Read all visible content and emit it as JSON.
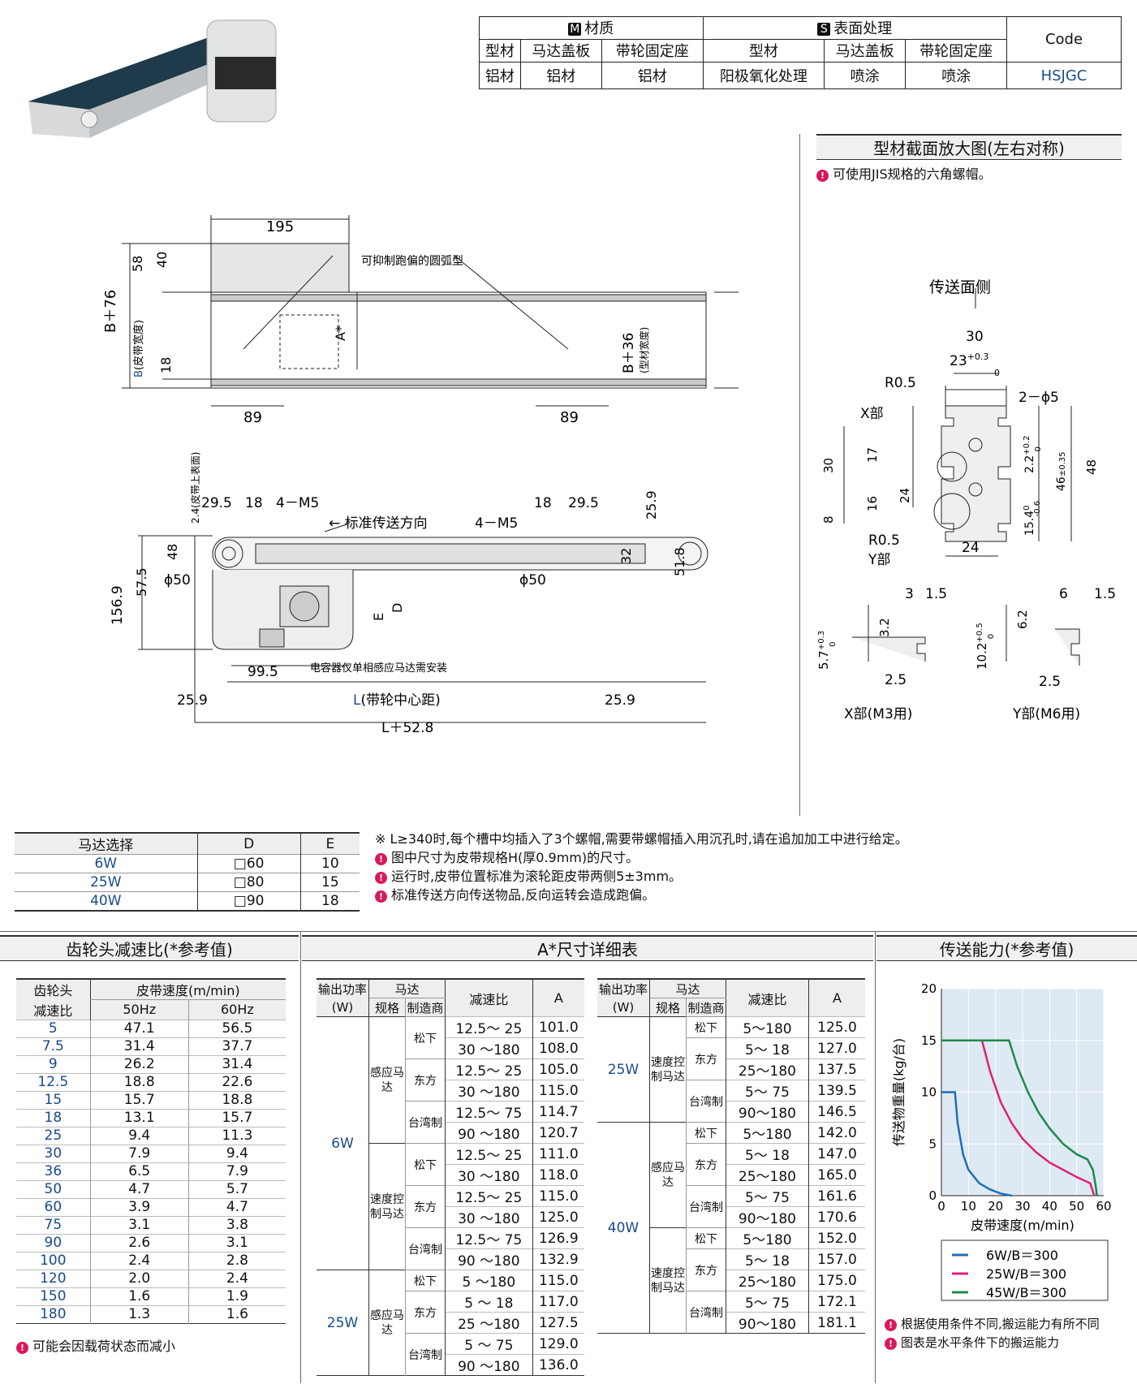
{
  "material_table": {
    "group_m": "材质",
    "group_s": "表面处理",
    "code_header": "Code",
    "m_tag": "M",
    "s_tag": "S",
    "cols": [
      "型材",
      "马达盖板",
      "带轮固定座",
      "型材",
      "马达盖板",
      "带轮固定座"
    ],
    "vals": [
      "铝材",
      "铝材",
      "铝材",
      "阳极氧化处理",
      "喷涂",
      "喷涂"
    ],
    "code": "HSJGC"
  },
  "section": {
    "title": "型材截面放大图(左右对称)",
    "note": "可使用JIS规格的六角螺帽。",
    "conveying_side": "传送面侧",
    "dims": {
      "w30": "30",
      "w23": "23",
      "tol23": "+0.3",
      "tol23b": "0",
      "r1": "R0.5",
      "holes": "2－ϕ5",
      "xpart": "X部",
      "d30": "30",
      "d17": "17",
      "d8": "8",
      "d16": "16",
      "d24v": "24",
      "d22": "2.2",
      "tol22a": "+0.2",
      "tol22b": "0",
      "d46": "46",
      "tol46": "±0.35",
      "d48": "48",
      "d154": "15.4",
      "tol154a": "0",
      "tol154b": "-0.6",
      "r2": "R0.5",
      "ypart": "Y部",
      "d24": "24"
    },
    "xdet": {
      "a": "3",
      "b": "1.5",
      "c": "3.2",
      "d": "5.7",
      "tol": "+0.3",
      "tol0": "0",
      "e": "2.5",
      "label": "X部(M3用)"
    },
    "ydet": {
      "a": "6",
      "b": "1.5",
      "c": "6.2",
      "d": "10.2",
      "tol": "+0.5",
      "tol0": "0",
      "e": "2.5",
      "label": "Y部(M6用)"
    }
  },
  "top_view": {
    "d195": "195",
    "arc": "可抑制跑偏的圆弧型",
    "d58": "58",
    "d40": "40",
    "b76": "B＋76",
    "b": "B",
    "bw": "(皮带宽度)",
    "d18": "18",
    "astar": "A*",
    "b36": "B＋36",
    "pw": "(型材宽度)",
    "d89a": "89",
    "d89b": "89"
  },
  "side_view": {
    "d24": "2.4(皮带上表面)",
    "d295a": "29.5",
    "d18a": "18",
    "m5a": "4－M5",
    "dir": "标准传送方向",
    "m5b": "4－M5",
    "d18b": "18",
    "d295b": "29.5",
    "d259r": "25.9",
    "d48": "48",
    "d575": "57.5",
    "phi50a": "ϕ50",
    "d1569": "156.9",
    "phi50b": "ϕ50",
    "d32": "32",
    "d518": "51.8",
    "e": "E",
    "d": "D",
    "d995": "99.5",
    "cap": "电容器仅单相感应马达需安装",
    "d259l": "25.9",
    "l": "L",
    "lc": "(带轮中心距)",
    "d259e": "25.9",
    "l528": "L＋52.8"
  },
  "motor_table": {
    "headers": [
      "马达选择",
      "D",
      "E"
    ],
    "rows": [
      [
        "6W",
        "□60",
        "10"
      ],
      [
        "25W",
        "□80",
        "15"
      ],
      [
        "40W",
        "□90",
        "18"
      ]
    ]
  },
  "notes": [
    "※ L≥340时,每个槽中均插入了3个螺帽,需要带螺帽插入用沉孔时,请在追加加工中进行给定。",
    "图中尺寸为皮带规格H(厚0.9mm)的尺寸。",
    "运行时,皮带位置标准为滚轮距皮带两侧5±3mm。",
    "标准传送方向传送物品,反向运转会造成跑偏。"
  ],
  "gear": {
    "title": "齿轮头减速比(*参考值)",
    "h1": "齿轮头",
    "h1b": "减速比",
    "h2": "皮带速度(m/min)",
    "h50": "50Hz",
    "h60": "60Hz",
    "rows": [
      [
        "5",
        "47.1",
        "56.5"
      ],
      [
        "7.5",
        "31.4",
        "37.7"
      ],
      [
        "9",
        "26.2",
        "31.4"
      ],
      [
        "12.5",
        "18.8",
        "22.6"
      ],
      [
        "15",
        "15.7",
        "18.8"
      ],
      [
        "18",
        "13.1",
        "15.7"
      ],
      [
        "25",
        "9.4",
        "11.3"
      ],
      [
        "30",
        "7.9",
        "9.4"
      ],
      [
        "36",
        "6.5",
        "7.9"
      ],
      [
        "50",
        "4.7",
        "5.7"
      ],
      [
        "60",
        "3.9",
        "4.7"
      ],
      [
        "75",
        "3.1",
        "3.8"
      ],
      [
        "90",
        "2.6",
        "3.1"
      ],
      [
        "100",
        "2.4",
        "2.8"
      ],
      [
        "120",
        "2.0",
        "2.4"
      ],
      [
        "150",
        "1.6",
        "1.9"
      ],
      [
        "180",
        "1.3",
        "1.6"
      ]
    ],
    "note": "可能会因载荷状态而减小"
  },
  "adim": {
    "title": "A*尺寸详细表",
    "h_out": "输出功率",
    "h_w": "(W)",
    "h_motor": "马达",
    "h_spec": "规格",
    "h_maker": "制造商",
    "h_ratio": "减速比",
    "h_a": "A",
    "left": {
      "p6": "6W",
      "p25": "25W",
      "ind": "感应马达",
      "spd": "速度控制马达",
      "ind25": "感应马达",
      "m1": "松下",
      "m2": "东方",
      "m3": "台湾制",
      "rows": [
        [
          "12.5～ 25",
          "101.0"
        ],
        [
          "30 ～180",
          "108.0"
        ],
        [
          "12.5～ 25",
          "105.0"
        ],
        [
          "30 ～180",
          "115.0"
        ],
        [
          "12.5～ 75",
          "114.7"
        ],
        [
          "90 ～180",
          "120.7"
        ],
        [
          "12.5～ 25",
          "111.0"
        ],
        [
          "30 ～180",
          "118.0"
        ],
        [
          "12.5～ 25",
          "115.0"
        ],
        [
          "30 ～180",
          "125.0"
        ],
        [
          "12.5～ 75",
          "126.9"
        ],
        [
          "90 ～180",
          "132.9"
        ],
        [
          "5 ～180",
          "115.0"
        ],
        [
          "5 ～ 18",
          "117.0"
        ],
        [
          "25 ～180",
          "127.5"
        ],
        [
          "5 ～ 75",
          "129.0"
        ],
        [
          "90 ～180",
          "136.0"
        ]
      ]
    },
    "right": {
      "p25": "25W",
      "p40": "40W",
      "spd25": "速度控制马达",
      "ind40": "感应马达",
      "spd40": "速度控制马达",
      "m1": "松下",
      "m2": "东方",
      "m3": "台湾制",
      "rows": [
        [
          "5～180",
          "125.0"
        ],
        [
          "5～ 18",
          "127.0"
        ],
        [
          "25～180",
          "137.5"
        ],
        [
          "5～ 75",
          "139.5"
        ],
        [
          "90～180",
          "146.5"
        ],
        [
          "5～180",
          "142.0"
        ],
        [
          "5～ 18",
          "147.0"
        ],
        [
          "25～180",
          "165.0"
        ],
        [
          "5～ 75",
          "161.6"
        ],
        [
          "90～180",
          "170.6"
        ],
        [
          "5～180",
          "152.0"
        ],
        [
          "5～ 18",
          "157.0"
        ],
        [
          "25～180",
          "175.0"
        ],
        [
          "5～ 75",
          "172.1"
        ],
        [
          "90～180",
          "181.1"
        ]
      ]
    }
  },
  "capacity": {
    "title": "传送能力(*参考值)",
    "notes": [
      "根据使用条件不同,搬运能力有所不同",
      "图表是水平条件下的搬运能力"
    ]
  },
  "chart_data": {
    "type": "line",
    "xlabel": "皮带速度(m/min)",
    "ylabel": "传送物重量(kg/台)",
    "xlim": [
      0,
      60
    ],
    "ylim": [
      0,
      20
    ],
    "xticks": [
      "0",
      "10",
      "20",
      "30",
      "40",
      "50",
      "60"
    ],
    "yticks": [
      "0",
      "5",
      "10",
      "15",
      "20"
    ],
    "grid": true,
    "legend": "bottom",
    "series": [
      {
        "name": "6W/B＝300",
        "color": "#1f6fb5",
        "x": [
          0,
          5,
          6,
          8,
          10,
          14,
          18,
          22,
          26
        ],
        "y": [
          10,
          10,
          7,
          4,
          2.5,
          1.2,
          0.6,
          0.2,
          0
        ]
      },
      {
        "name": "25W/B＝300",
        "color": "#e0207a",
        "x": [
          15,
          18,
          22,
          26,
          30,
          35,
          40,
          45,
          50,
          55,
          56.5
        ],
        "y": [
          15,
          12,
          9,
          7,
          5.5,
          4.2,
          3.2,
          2.5,
          1.8,
          1.2,
          0
        ]
      },
      {
        "name": "45W/B＝300",
        "color": "#1f8a4a",
        "x": [
          0,
          25,
          28,
          32,
          36,
          40,
          45,
          50,
          54,
          56,
          57,
          57.5
        ],
        "y": [
          15,
          15,
          12.5,
          10,
          8,
          6.5,
          5,
          4,
          3.5,
          2.5,
          1,
          0
        ]
      }
    ]
  }
}
